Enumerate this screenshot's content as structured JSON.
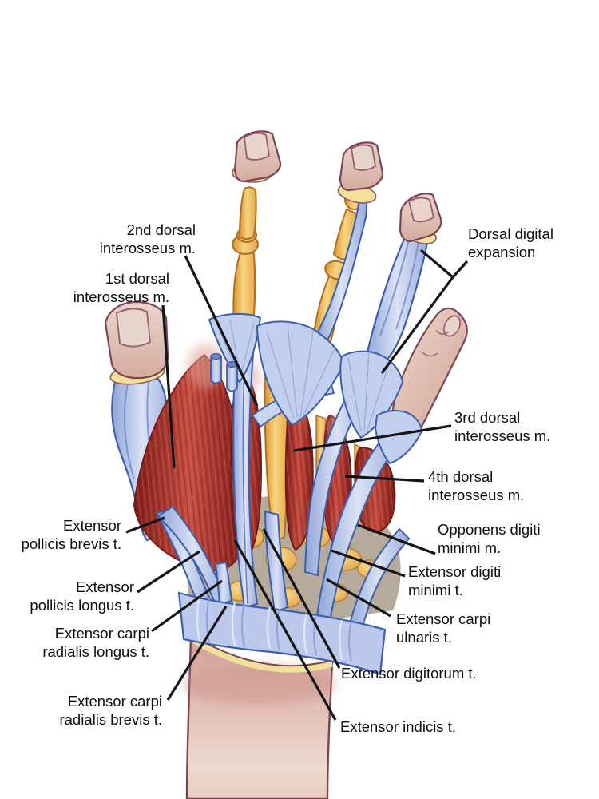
{
  "diagram": {
    "subject": "Dorsal view of the hand showing interosseous muscles and extensor tendons",
    "colors": {
      "background": "#ffffff",
      "bone": "#f3cb70",
      "muscle": "#b13532",
      "tendon": "#b9c7ea",
      "skin": "#e6c4b6",
      "cut_edge": "#f0e098",
      "leader_line": "#141414",
      "label_text": "#0e0e0e"
    }
  },
  "labels": {
    "second_dorsal_interosseus": {
      "lines": [
        "2nd dorsal",
        "interosseus m."
      ]
    },
    "first_dorsal_interosseus": {
      "lines": [
        "1st dorsal",
        "interosseus m."
      ]
    },
    "dorsal_digital_expansion": {
      "lines": [
        "Dorsal digital",
        "expansion"
      ]
    },
    "third_dorsal_interosseus": {
      "lines": [
        "3rd dorsal",
        "interosseus m."
      ]
    },
    "fourth_dorsal_interosseus": {
      "lines": [
        "4th dorsal",
        "interosseus m."
      ]
    },
    "opponens_digiti_minimi": {
      "lines": [
        "Opponens digiti",
        "minimi m."
      ]
    },
    "extensor_digiti_minimi": {
      "lines": [
        "Extensor digiti",
        "minimi t."
      ]
    },
    "extensor_carpi_ulnaris": {
      "lines": [
        "Extensor carpi",
        "ulnaris t."
      ]
    },
    "extensor_digitorum": {
      "lines": [
        "Extensor digitorum t."
      ]
    },
    "extensor_indicis": {
      "lines": [
        "Extensor indicis t."
      ]
    },
    "extensor_pollicis_brevis": {
      "lines": [
        "Extensor",
        "pollicis brevis t."
      ]
    },
    "extensor_pollicis_longus": {
      "lines": [
        "Extensor",
        "pollicis longus t."
      ]
    },
    "extensor_carpi_radialis_longus": {
      "lines": [
        "Extensor carpi",
        "radialis longus t."
      ]
    },
    "extensor_carpi_radialis_brevis": {
      "lines": [
        "Extensor carpi",
        "radialis brevis t."
      ]
    }
  }
}
